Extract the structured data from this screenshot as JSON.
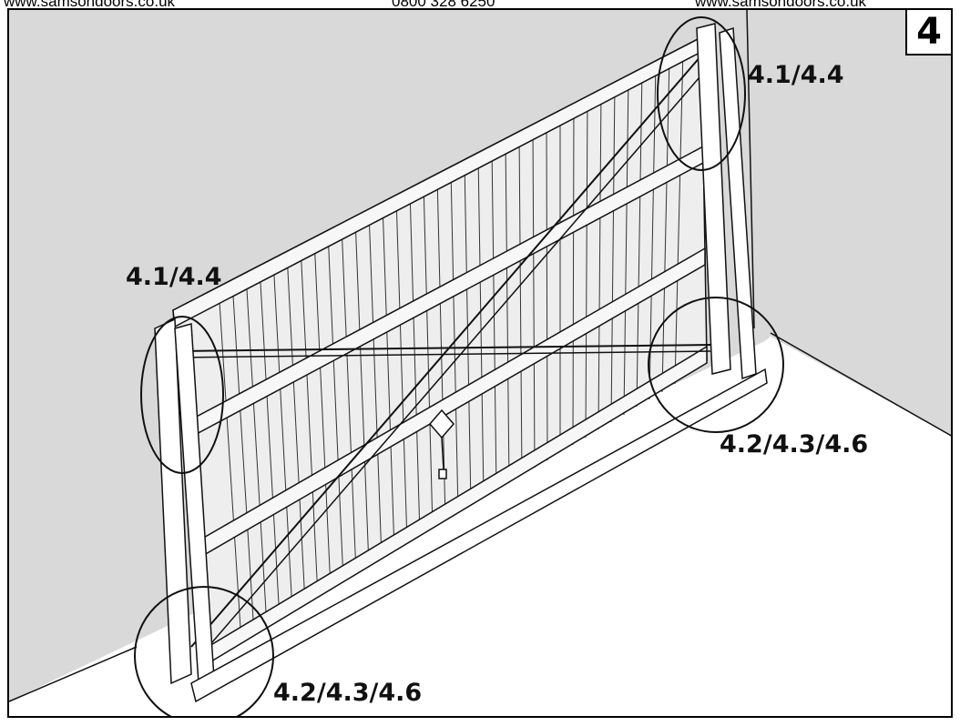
{
  "header": {
    "left_url": "www.samsondoors.co.uk",
    "phone": "0800 328 6250",
    "right_url": "www.samsondoors.co.uk"
  },
  "step_number": "4",
  "callouts": {
    "top_right": "4.1/4.4",
    "mid_left": "4.1/4.4",
    "mid_right": "4.2/4.3/4.6",
    "bottom_left": "4.2/4.3/4.6"
  },
  "colors": {
    "wall": "#d9d9d9",
    "floor": "#ffffff",
    "line": "#111111"
  }
}
